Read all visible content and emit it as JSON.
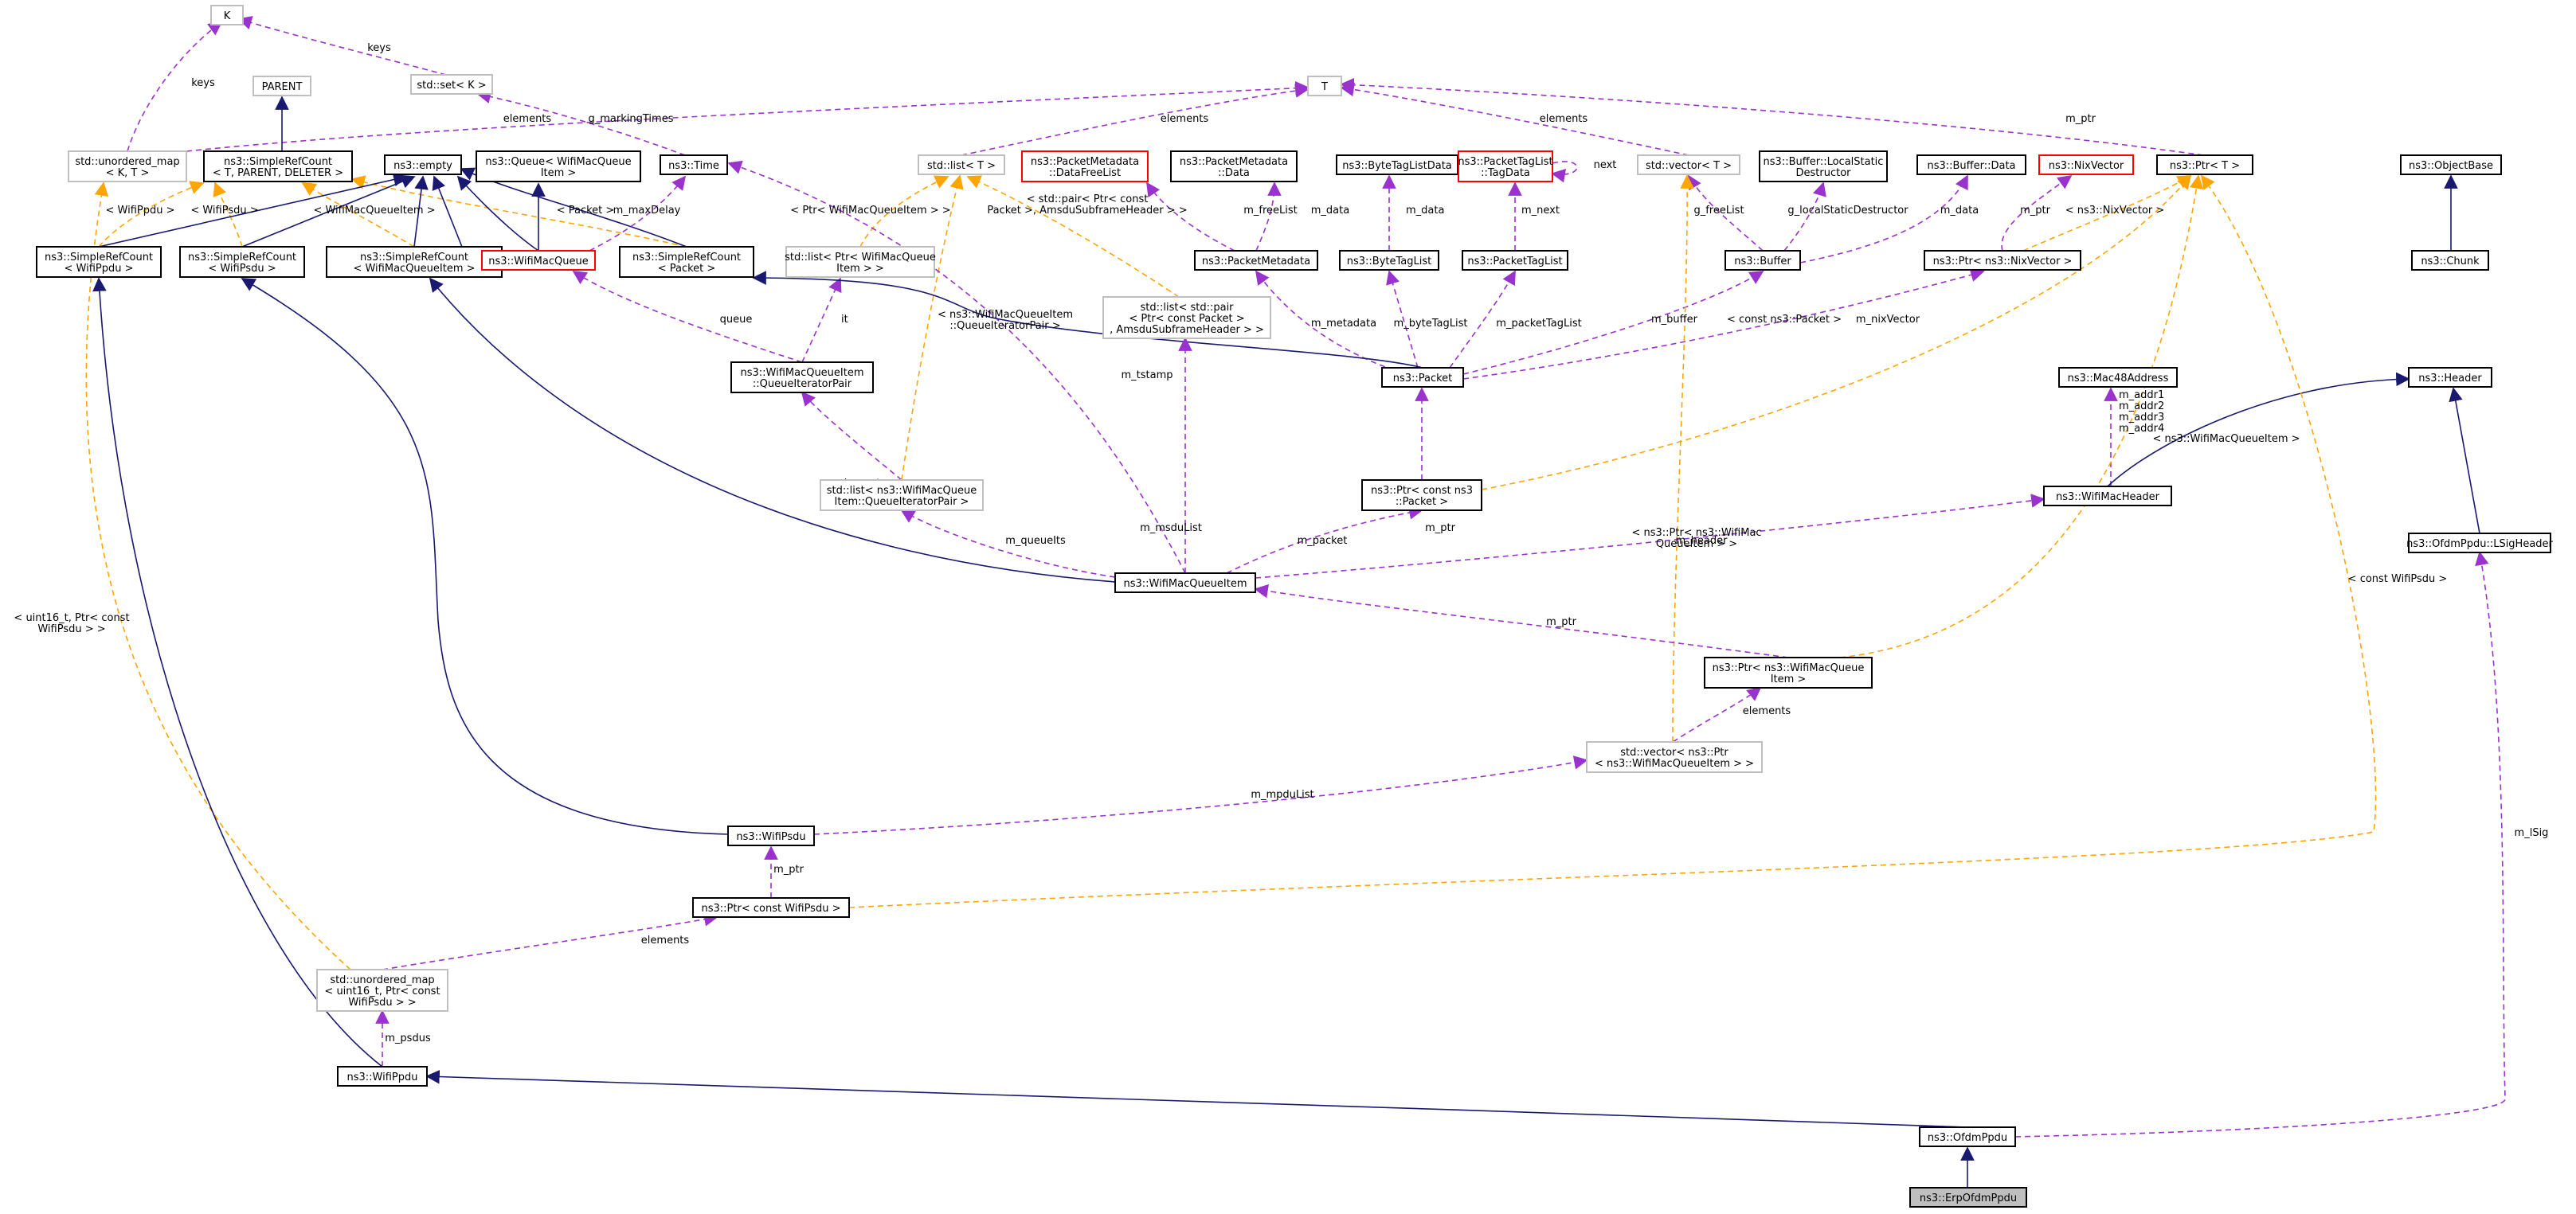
{
  "colors": {
    "inherit": "#191970",
    "usage": "#9a32cd",
    "template": "#ffa500",
    "bold_border": "#000000",
    "light_border": "#bfbfbf",
    "red_border": "#ff0000",
    "highlight_fill": "#bfbfbf"
  },
  "nodes": {
    "K": [
      "K"
    ],
    "PARENT": [
      "PARENT"
    ],
    "set_K": [
      "std::set< K >"
    ],
    "T": [
      "T"
    ],
    "unordered_map_KT": [
      "std::unordered_map",
      "< K, T >"
    ],
    "SRC_TPD": [
      "ns3::SimpleRefCount",
      "< T, PARENT, DELETER >"
    ],
    "empty": [
      "ns3::empty"
    ],
    "Queue_WMQI": [
      "ns3::Queue< WifiMacQueue",
      "Item >"
    ],
    "Time": [
      "ns3::Time"
    ],
    "list_T": [
      "std::list< T >"
    ],
    "PMD_DataFreeList": [
      "ns3::PacketMetadata",
      "::DataFreeList"
    ],
    "PMD_Data": [
      "ns3::PacketMetadata",
      "::Data"
    ],
    "BTLD": [
      "ns3::ByteTagListData"
    ],
    "PTL_TagData": [
      "ns3::PacketTagList",
      "::TagData"
    ],
    "vector_T": [
      "std::vector< T >"
    ],
    "Buf_LSD": [
      "ns3::Buffer::LocalStatic",
      "Destructor"
    ],
    "Buf_Data": [
      "ns3::Buffer::Data"
    ],
    "NixVector": [
      "ns3::NixVector"
    ],
    "Ptr_T": [
      "ns3::Ptr< T >"
    ],
    "ObjectBase": [
      "ns3::ObjectBase"
    ],
    "SRC_WifiPpdu": [
      "ns3::SimpleRefCount",
      "< WifiPpdu >"
    ],
    "SRC_WifiPsdu": [
      "ns3::SimpleRefCount",
      "< WifiPsdu >"
    ],
    "SRC_WMQI": [
      "ns3::SimpleRefCount",
      "< WifiMacQueueItem >"
    ],
    "WifiMacQueue": [
      "ns3::WifiMacQueue"
    ],
    "SRC_Packet": [
      "ns3::SimpleRefCount",
      "< Packet >"
    ],
    "list_Ptr_WMQI": [
      "std::list< Ptr< WifiMacQueue",
      "Item > >"
    ],
    "list_pair": [
      "std::list< std::pair",
      "< Ptr< const Packet >",
      ", AmsduSubframeHeader > >"
    ],
    "PacketMetadata": [
      "ns3::PacketMetadata"
    ],
    "ByteTagList": [
      "ns3::ByteTagList"
    ],
    "PacketTagList": [
      "ns3::PacketTagList"
    ],
    "Buffer": [
      "ns3::Buffer"
    ],
    "Ptr_NixVector": [
      "ns3::Ptr< ns3::NixVector >"
    ],
    "Chunk": [
      "ns3::Chunk"
    ],
    "WMQI_QIP": [
      "ns3::WifiMacQueueItem",
      "::QueueIteratorPair"
    ],
    "Packet": [
      "ns3::Packet"
    ],
    "Mac48Address": [
      "ns3::Mac48Address"
    ],
    "Header": [
      "ns3::Header"
    ],
    "list_WMQI_QIP": [
      "std::list< ns3::WifiMacQueue",
      "Item::QueueIteratorPair >"
    ],
    "Ptr_constPacket": [
      "ns3::Ptr< const ns3",
      "::Packet >"
    ],
    "WifiMacHeader": [
      "ns3::WifiMacHeader"
    ],
    "OfdmPpdu_LSig": [
      "ns3::OfdmPpdu::LSigHeader"
    ],
    "WifiMacQueueItem": [
      "ns3::WifiMacQueueItem"
    ],
    "Ptr_WMQI": [
      "ns3::Ptr< ns3::WifiMacQueue",
      "Item >"
    ],
    "vector_Ptr_WMQI": [
      "std::vector< ns3::Ptr",
      "< ns3::WifiMacQueueItem > >"
    ],
    "WifiPsdu": [
      "ns3::WifiPsdu"
    ],
    "Ptr_constWifiPsdu": [
      "ns3::Ptr< const WifiPsdu >"
    ],
    "umap_u16": [
      "std::unordered_map",
      "< uint16_t, Ptr< const",
      "WifiPsdu > >"
    ],
    "WifiPpdu": [
      "ns3::WifiPpdu"
    ],
    "OfdmPpdu": [
      "ns3::OfdmPpdu"
    ],
    "ErpOfdmPpdu": [
      "ns3::ErpOfdmPpdu"
    ]
  },
  "edge_labels": {
    "keys_umap": [
      "keys"
    ],
    "keys_set": [
      "keys"
    ],
    "elements_umap": [
      "elements"
    ],
    "g_markingTimes": [
      "g_markingTimes"
    ],
    "elements_list": [
      "elements"
    ],
    "elements_vector": [
      "elements"
    ],
    "m_ptr_top": [
      "m_ptr"
    ],
    "next": [
      "next"
    ],
    "t_WifiPpdu": [
      "< WifiPpdu >"
    ],
    "t_WifiPsdu": [
      "< WifiPsdu >"
    ],
    "t_WMQI": [
      "< WifiMacQueueItem >"
    ],
    "t_Packet": [
      "< Packet >"
    ],
    "m_maxDelay": [
      "m_maxDelay"
    ],
    "t_PtrWMQI": [
      "< Ptr< WifiMacQueueItem > >"
    ],
    "t_pair": [
      "< std::pair< Ptr< const",
      "Packet >, AmsduSubframeHeader > >"
    ],
    "m_freeList": [
      "m_freeList"
    ],
    "m_data_pmd": [
      "m_data"
    ],
    "m_data_btl": [
      "m_data"
    ],
    "m_next": [
      "m_next"
    ],
    "g_freeList": [
      "g_freeList"
    ],
    "g_localStaticDestructor": [
      "g_localStaticDestructor"
    ],
    "m_data_buf": [
      "m_data"
    ],
    "m_ptr_nix": [
      "m_ptr"
    ],
    "t_NixVector": [
      "< ns3::NixVector >"
    ],
    "queue": [
      "queue"
    ],
    "it": [
      "it"
    ],
    "t_QIP": [
      "< ns3::WifiMacQueueItem",
      "::QueueIteratorPair >"
    ],
    "m_tstamp": [
      "m_tstamp"
    ],
    "m_metadata": [
      "m_metadata"
    ],
    "m_byteTagList": [
      "m_byteTagList"
    ],
    "m_packetTagList": [
      "m_packetTagList"
    ],
    "m_buffer": [
      "m_buffer"
    ],
    "m_nixVector": [
      "m_nixVector"
    ],
    "t_constPacket": [
      "< const ns3::Packet >"
    ],
    "m_addr": [
      "m_addr1",
      "m_addr2",
      "m_addr3",
      "m_addr4"
    ],
    "t_WMQI_right": [
      "< ns3::WifiMacQueueItem >"
    ],
    "elements_qip": [
      "elements"
    ],
    "m_msduList": [
      "m_msduList"
    ],
    "m_ptr_packet": [
      "m_ptr"
    ],
    "t_Ptr_WMQI_vec": [
      "< ns3::Ptr< ns3::WifiMac",
      "QueueItem > >"
    ],
    "m_queueIts": [
      "m_queueIts"
    ],
    "m_packet": [
      "m_packet"
    ],
    "m_header": [
      "m_header"
    ],
    "t_constWifiPsdu": [
      "< const WifiPsdu >"
    ],
    "m_ptr_wmqi": [
      "m_ptr"
    ],
    "elements_vec": [
      "elements"
    ],
    "m_mpduList": [
      "m_mpduList"
    ],
    "t_u16": [
      "< uint16_t, Ptr< const",
      "WifiPsdu > >"
    ],
    "m_ptr_psdu": [
      "m_ptr"
    ],
    "elements_psdu": [
      "elements"
    ],
    "m_psdus": [
      "m_psdus"
    ],
    "m_lSig": [
      "m_lSig"
    ]
  }
}
